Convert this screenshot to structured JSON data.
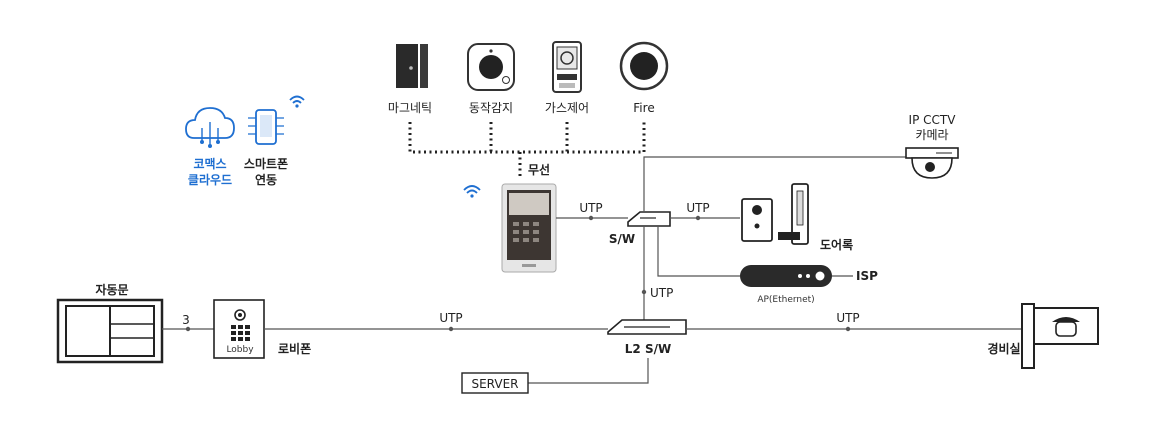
{
  "sensors": {
    "magnetic": "마그네틱",
    "motion": "동작감지",
    "gas": "가스제어",
    "fire": "Fire"
  },
  "wireless": "무선",
  "cloud": {
    "line1": "코맥스",
    "line2": "클라우드"
  },
  "smartphone": {
    "line1": "스마트폰",
    "line2": "연동"
  },
  "cctv": {
    "line1": "IP CCTV",
    "line2": "카메라"
  },
  "switch_label": "S/W",
  "l2_switch_label": "L2 S/W",
  "utp": "UTP",
  "doorlock": "도어록",
  "ap_label": "AP(Ethernet)",
  "isp": "ISP",
  "auto_door": "자동문",
  "wire_count": "3",
  "lobby_text": "Lobby",
  "lobby_phone": "로비폰",
  "server": "SERVER",
  "guard_room": "경비실",
  "colors": {
    "accent_blue": "#1f6fd1",
    "wifi_blue": "#1f6fd1",
    "line": "#555555"
  }
}
